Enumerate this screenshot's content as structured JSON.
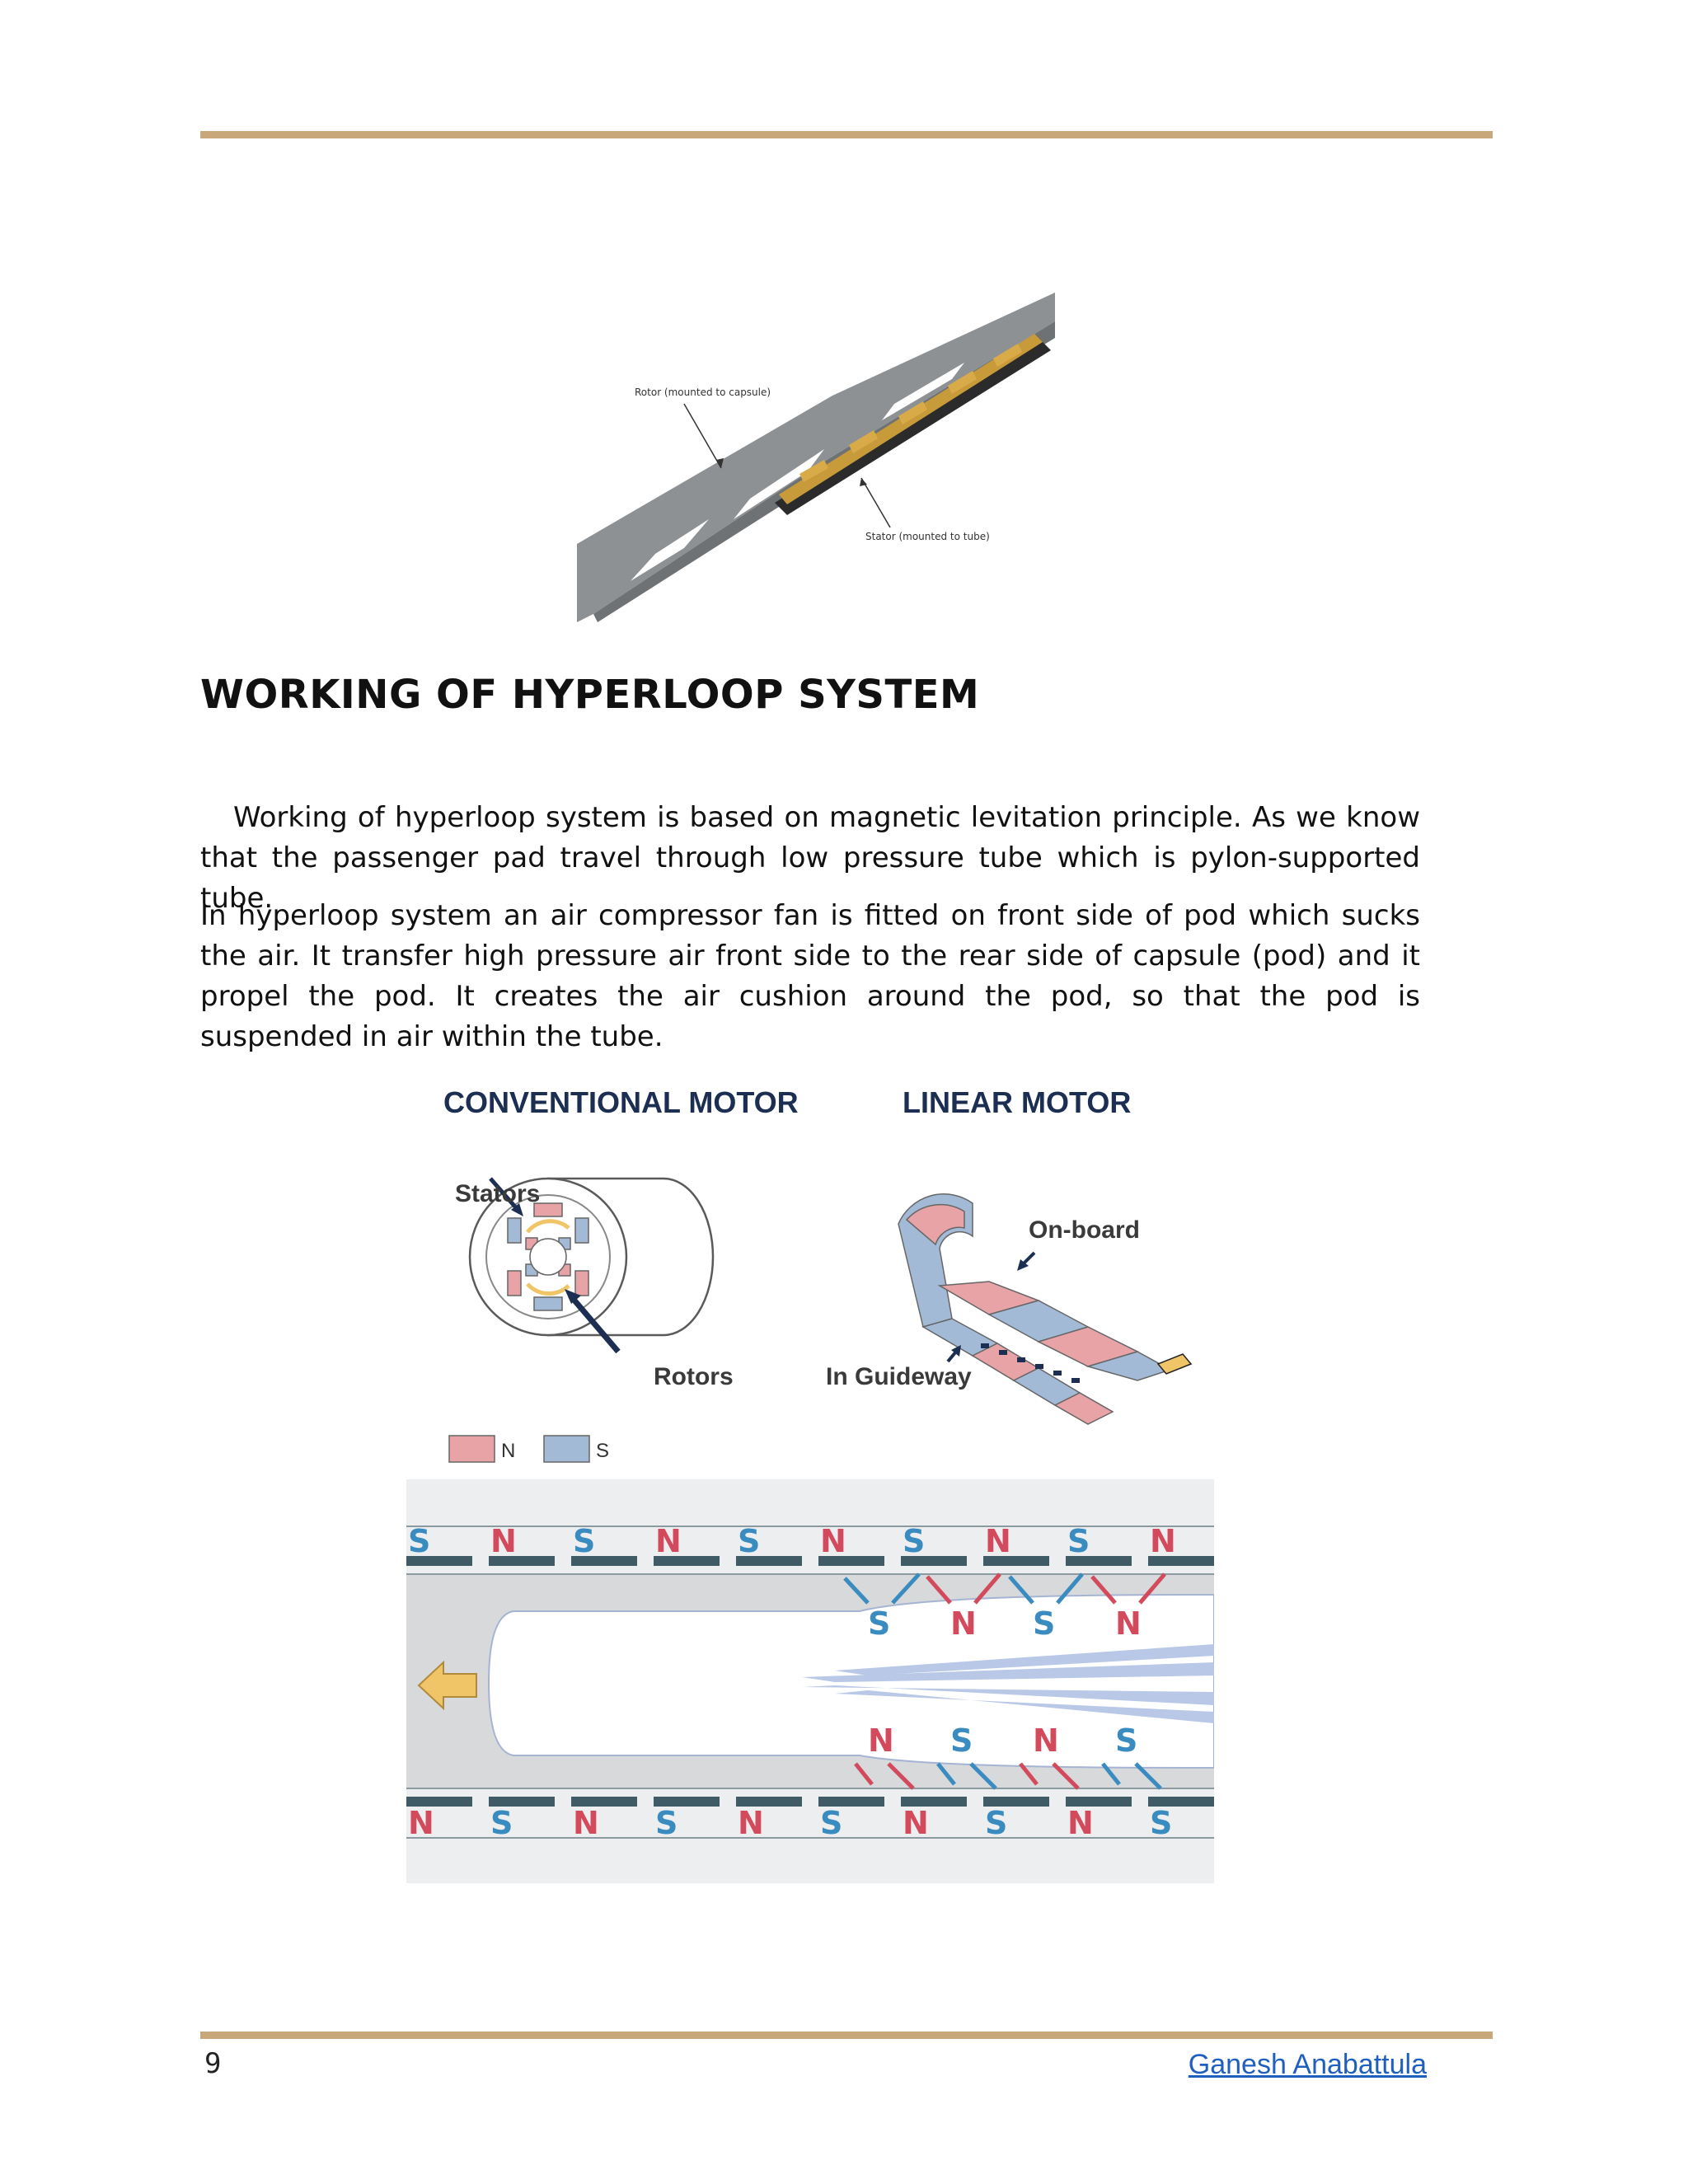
{
  "figures": {
    "rotor_stator": {
      "rotor_label": "Rotor (mounted to capsule)",
      "stator_label": "Stator (mounted to tube)"
    },
    "motor_comparison": {
      "conventional_title": "CONVENTIONAL MOTOR",
      "linear_title": "LINEAR MOTOR",
      "stators_label": "Stators",
      "rotors_label": "Rotors",
      "onboard_label": "On-board",
      "guideway_label": "In Guideway",
      "legend_n": "N",
      "legend_s": "S",
      "colors": {
        "north": "#e8a3a6",
        "south": "#a3bad6",
        "title": "#1c2f52"
      }
    },
    "levitation": {
      "top_rail_poles": [
        "S",
        "N",
        "S",
        "N",
        "S",
        "N",
        "S",
        "N",
        "S",
        "N"
      ],
      "top_pod_poles": [
        "S",
        "N",
        "S",
        "N"
      ],
      "bottom_pod_poles": [
        "N",
        "S",
        "N",
        "S"
      ],
      "bottom_rail_poles": [
        "N",
        "S",
        "N",
        "S",
        "N",
        "S",
        "N",
        "S",
        "N",
        "S"
      ],
      "colors": {
        "north": "#d24a5c",
        "south": "#3a8cc0",
        "rail": "#3f5c66",
        "arrow": "#efc568"
      }
    }
  },
  "heading": "WORKING OF HYPERLOOP SYSTEM",
  "paragraphs": [
    "Working of hyperloop system is based on magnetic  levitation principle. As we know that the passenger pad  travel through low pressure tube which is pylon-supported  tube.",
    "In hyperloop system an air compressor fan is fitted on front  side of pod which sucks the air. It transfer high pressure air  front side to the rear side of capsule (pod) and it propel the pod. It creates the air cushion around the pod, so that the  pod is suspended in air within the tube."
  ],
  "footer": {
    "page_number": "9",
    "author": "Ganesh Anabattula"
  }
}
